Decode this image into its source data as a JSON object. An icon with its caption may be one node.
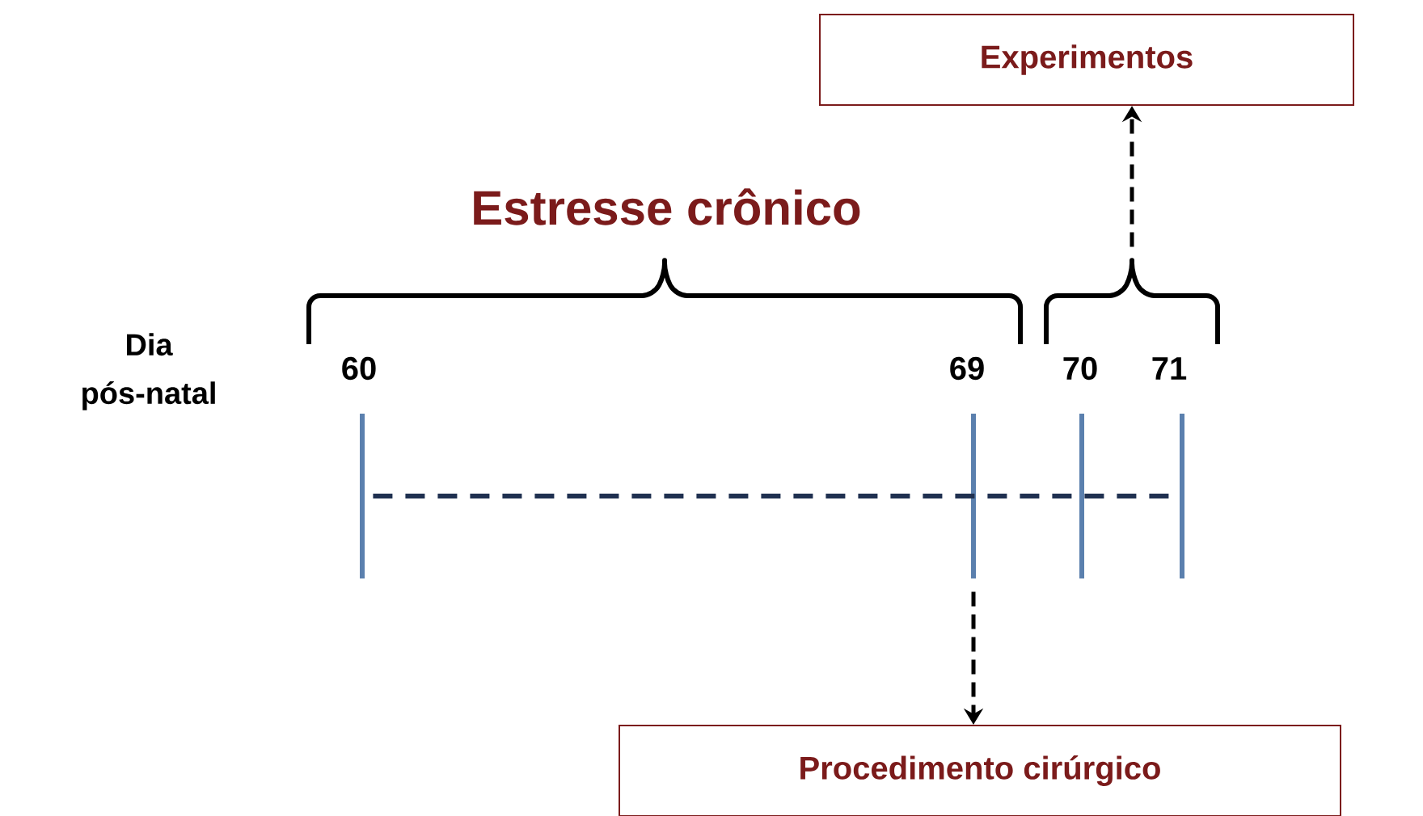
{
  "diagram": {
    "nodes": [
      {
        "text": [
          "Experimentos"
        ]
      },
      {
        "text": [
          "Procedimento cirúrgico"
        ]
      },
      {
        "text": [],
        "shape": "brace"
      },
      {
        "text": [],
        "shape": "brace"
      },
      {
        "text": [],
        "shape": "bar"
      },
      {
        "text": [],
        "shape": "bar"
      },
      {
        "text": [],
        "shape": "bar"
      },
      {
        "text": [],
        "shape": "bar"
      }
    ],
    "edges": [
      {
        "from": 3,
        "to": 0,
        "arrow": "to",
        "style": "dashed"
      },
      {
        "from": 5,
        "to": 1,
        "arrow": "to",
        "style": "dashed"
      },
      {
        "from": 4,
        "to": 7,
        "arrow": "none",
        "style": "dashed",
        "color": "#1f3050"
      }
    ],
    "labels": [
      "Estresse crônico",
      "Dia pós-natal",
      "60",
      "69",
      "70",
      "71"
    ]
  }
}
